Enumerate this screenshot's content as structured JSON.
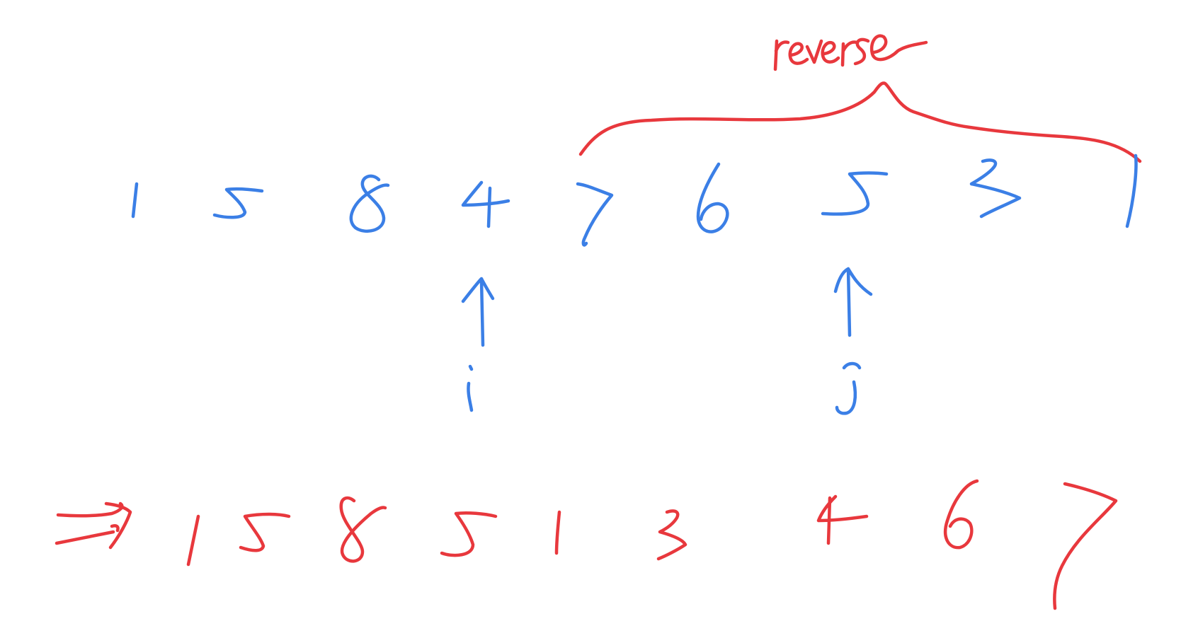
{
  "colors": {
    "ink_blue": "#3b7fe6",
    "ink_red": "#e8383d",
    "background": "#ffffff"
  },
  "annotation": {
    "label": "reverse"
  },
  "original_sequence": {
    "digits": [
      "1",
      "5",
      "8",
      "4",
      "7",
      "6",
      "5",
      "3",
      "1"
    ]
  },
  "pointers": {
    "i": {
      "label": "i",
      "points_to_index": 3
    },
    "j": {
      "label": "j",
      "points_to_index": 6
    }
  },
  "result_sequence": {
    "implies_symbol": "⇒",
    "digits": [
      "1",
      "5",
      "8",
      "5",
      "1",
      "3",
      "4",
      "6",
      "7"
    ]
  }
}
